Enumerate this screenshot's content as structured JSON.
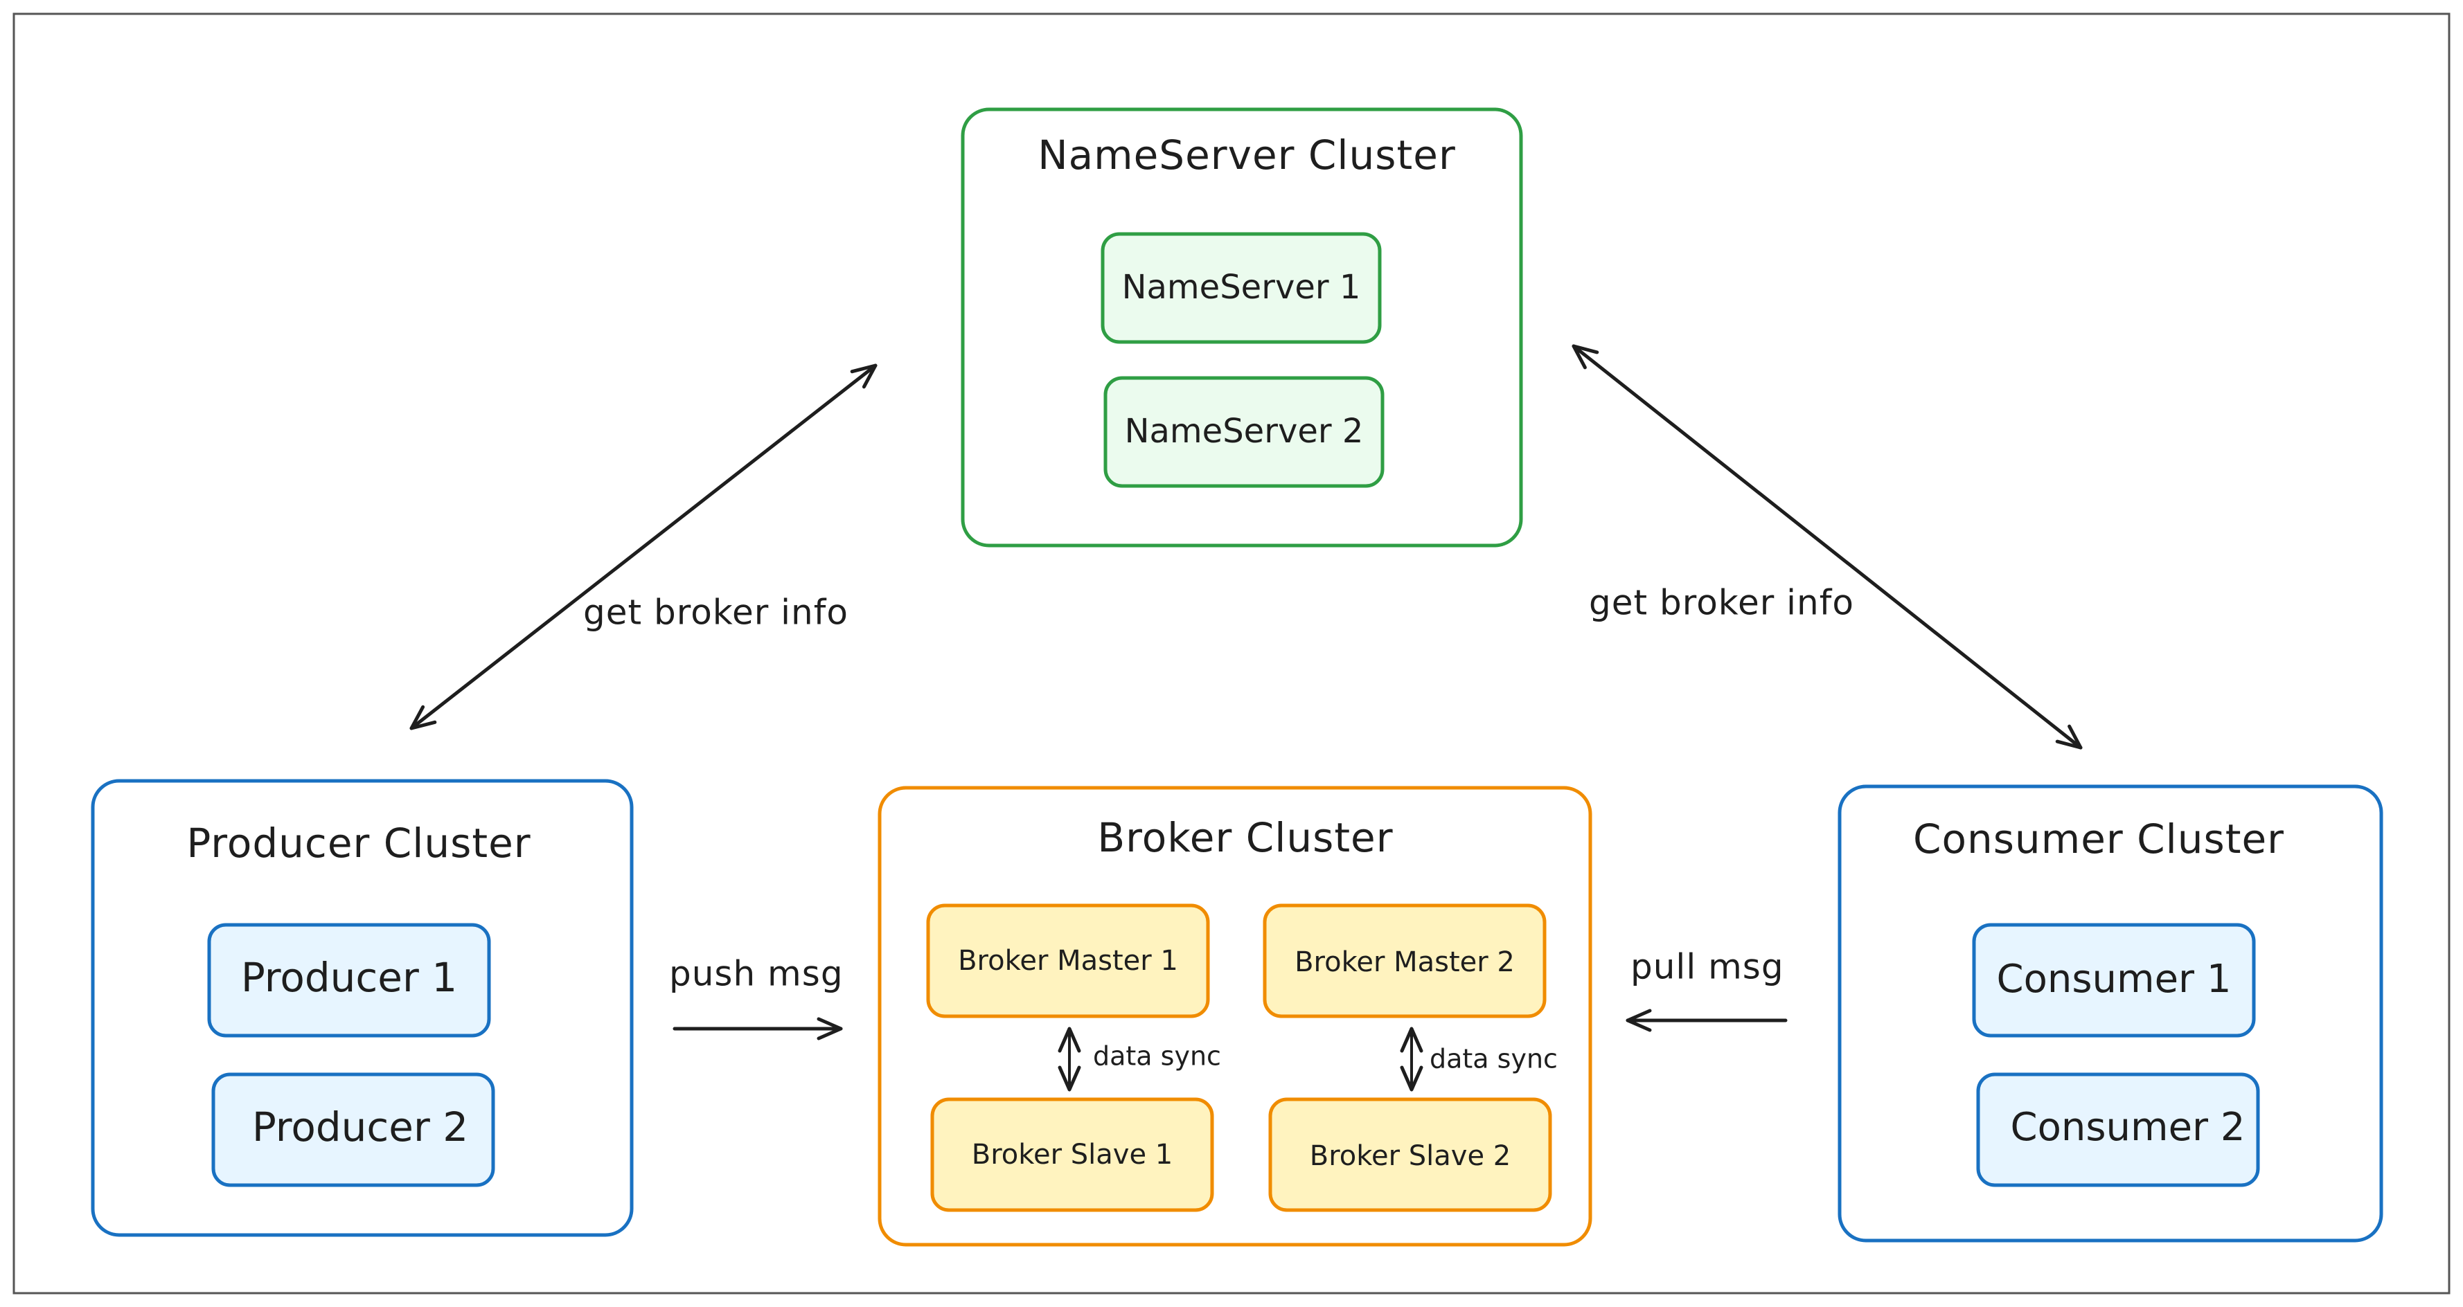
{
  "colors": {
    "nameserver_border": "#2f9e44",
    "nameserver_fill": "#ebfbee",
    "producer_border": "#1971c2",
    "producer_fill": "#e7f5ff",
    "consumer_border": "#1971c2",
    "consumer_fill": "#e7f5ff",
    "broker_border": "#f08c00",
    "broker_fill": "#fff3bf",
    "text": "#1e1e1e"
  },
  "nameserver_cluster": {
    "title": "NameServer Cluster",
    "nodes": [
      "NameServer 1",
      "NameServer 2"
    ]
  },
  "producer_cluster": {
    "title": "Producer Cluster",
    "nodes": [
      "Producer 1",
      "Producer 2"
    ]
  },
  "broker_cluster": {
    "title": "Broker Cluster",
    "masters": [
      "Broker Master 1",
      "Broker Master 2"
    ],
    "slaves": [
      "Broker Slave 1",
      "Broker Slave 2"
    ],
    "sync_label": "data sync"
  },
  "consumer_cluster": {
    "title": "Consumer Cluster",
    "nodes": [
      "Consumer 1",
      "Consumer 2"
    ]
  },
  "edges": {
    "producer_nameserver": "get broker info",
    "consumer_nameserver": "get broker info",
    "producer_broker": "push msg",
    "consumer_broker": "pull msg"
  }
}
